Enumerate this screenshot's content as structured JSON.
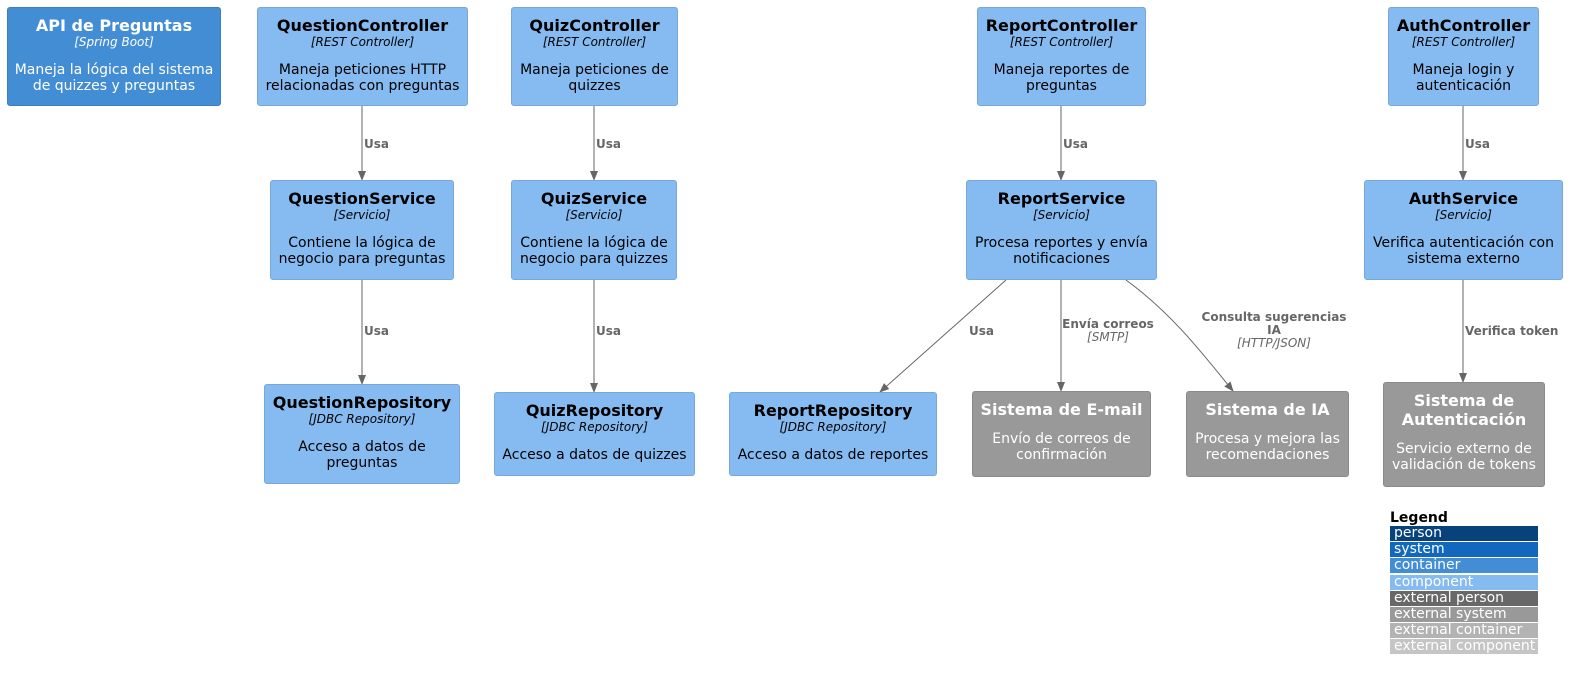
{
  "colors": {
    "component": "#85bbf0",
    "container": "#438dd5",
    "external_system": "#999999",
    "arrow": "#666666"
  },
  "nodes": {
    "api": {
      "title": "API de Preguntas",
      "stereotype": "[Spring Boot]",
      "description": "Maneja la lógica del sistema de quizzes y preguntas"
    },
    "question_controller": {
      "title": "QuestionController",
      "stereotype": "[REST Controller]",
      "description": "Maneja peticiones HTTP relacionadas con preguntas"
    },
    "quiz_controller": {
      "title": "QuizController",
      "stereotype": "[REST Controller]",
      "description": "Maneja peticiones de quizzes"
    },
    "report_controller": {
      "title": "ReportController",
      "stereotype": "[REST Controller]",
      "description": "Maneja reportes de preguntas"
    },
    "auth_controller": {
      "title": "AuthController",
      "stereotype": "[REST Controller]",
      "description": "Maneja login y autenticación"
    },
    "question_service": {
      "title": "QuestionService",
      "stereotype": "[Servicio]",
      "description": "Contiene la lógica de negocio para preguntas"
    },
    "quiz_service": {
      "title": "QuizService",
      "stereotype": "[Servicio]",
      "description": "Contiene la lógica de negocio para quizzes"
    },
    "report_service": {
      "title": "ReportService",
      "stereotype": "[Servicio]",
      "description": "Procesa reportes y envía notificaciones"
    },
    "auth_service": {
      "title": "AuthService",
      "stereotype": "[Servicio]",
      "description": "Verifica autenticación con sistema externo"
    },
    "question_repository": {
      "title": "QuestionRepository",
      "stereotype": "[JDBC Repository]",
      "description": "Acceso a datos de preguntas"
    },
    "quiz_repository": {
      "title": "QuizRepository",
      "stereotype": "[JDBC Repository]",
      "description": "Acceso a datos de quizzes"
    },
    "report_repository": {
      "title": "ReportRepository",
      "stereotype": "[JDBC Repository]",
      "description": "Acceso a datos de reportes"
    },
    "email_system": {
      "title": "Sistema de E-mail",
      "description": "Envío de correos de confirmación"
    },
    "ia_system": {
      "title": "Sistema de IA",
      "description": "Procesa y mejora las recomendaciones"
    },
    "auth_system": {
      "title": "Sistema de Autenticación",
      "description": "Servicio externo de validación de tokens"
    }
  },
  "edges": [
    {
      "from": "question_controller",
      "to": "question_service",
      "label": "Usa",
      "technology": ""
    },
    {
      "from": "question_service",
      "to": "question_repository",
      "label": "Usa",
      "technology": ""
    },
    {
      "from": "quiz_controller",
      "to": "quiz_service",
      "label": "Usa",
      "technology": ""
    },
    {
      "from": "quiz_service",
      "to": "quiz_repository",
      "label": "Usa",
      "technology": ""
    },
    {
      "from": "report_controller",
      "to": "report_service",
      "label": "Usa",
      "technology": ""
    },
    {
      "from": "report_service",
      "to": "report_repository",
      "label": "Usa",
      "technology": ""
    },
    {
      "from": "report_service",
      "to": "email_system",
      "label": "Envía correos",
      "technology": "[SMTP]"
    },
    {
      "from": "report_service",
      "to": "ia_system",
      "label": "Consulta sugerencias IA",
      "technology": "[HTTP/JSON]"
    },
    {
      "from": "auth_controller",
      "to": "auth_service",
      "label": "Usa",
      "technology": ""
    },
    {
      "from": "auth_service",
      "to": "auth_system",
      "label": "Verifica token",
      "technology": ""
    }
  ],
  "legend": {
    "title": "Legend",
    "items": [
      {
        "label": "person",
        "color": "#08427b"
      },
      {
        "label": "system",
        "color": "#1168bd"
      },
      {
        "label": "container",
        "color": "#438dd5"
      },
      {
        "label": "component",
        "color": "#85bbf0"
      },
      {
        "label": "external person",
        "color": "#686868"
      },
      {
        "label": "external system",
        "color": "#999999"
      },
      {
        "label": "external container",
        "color": "#b3b3b3"
      },
      {
        "label": "external component",
        "color": "#c5c5c5"
      }
    ]
  }
}
